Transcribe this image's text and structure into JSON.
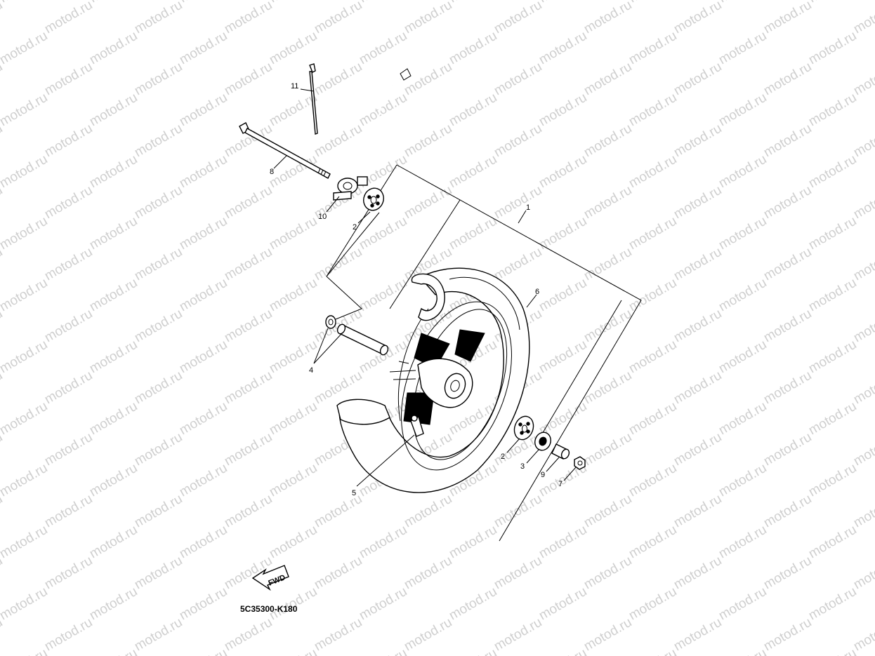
{
  "watermark": {
    "text": "motod.ru",
    "color": "#cfcfcf"
  },
  "diagram_code": "5C35300-K180",
  "fwd_label": "FWD",
  "callouts": {
    "c1": "1",
    "c2a": "2",
    "c2b": "2",
    "c3": "3",
    "c4": "4",
    "c5": "5",
    "c6": "6",
    "c7": "7",
    "c8": "8",
    "c9": "9",
    "c10": "10",
    "c11": "11"
  },
  "parts": [
    {
      "ref": "1",
      "name": "wheel-assembly"
    },
    {
      "ref": "2",
      "name": "bearing"
    },
    {
      "ref": "3",
      "name": "oil-seal"
    },
    {
      "ref": "4",
      "name": "spacer"
    },
    {
      "ref": "5",
      "name": "valve"
    },
    {
      "ref": "6",
      "name": "tire"
    },
    {
      "ref": "7",
      "name": "nut"
    },
    {
      "ref": "8",
      "name": "axle"
    },
    {
      "ref": "9",
      "name": "collar"
    },
    {
      "ref": "10",
      "name": "speedometer-gear-unit"
    },
    {
      "ref": "11",
      "name": "cable-tie"
    }
  ]
}
